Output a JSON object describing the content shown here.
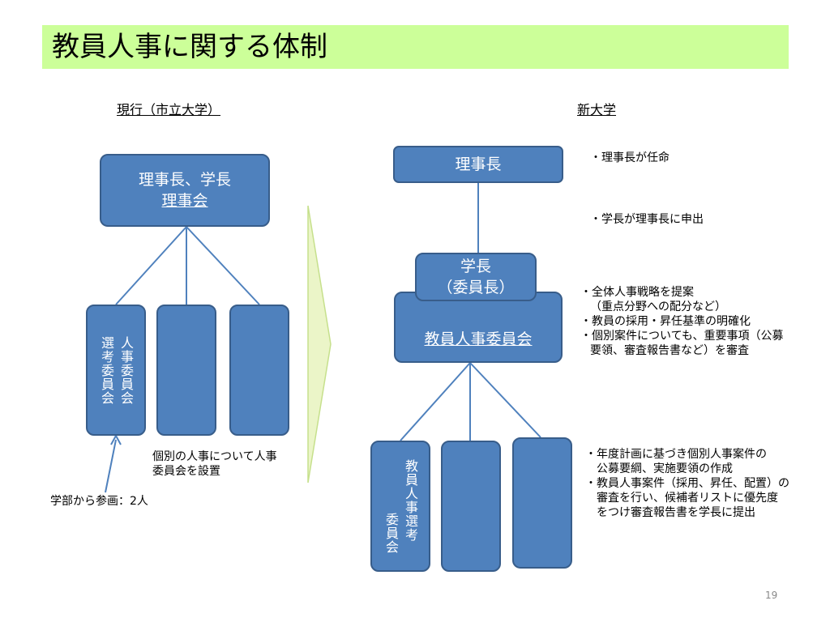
{
  "title": "教員人事に関する体制",
  "left": {
    "heading": "現行（市立大学）",
    "top_box": [
      "理事長、学長",
      "理事会"
    ],
    "committee_col1": "人事委員会",
    "committee_col2": "選考委員会",
    "note_lines": [
      "個別の人事について人事",
      "委員会を設置"
    ],
    "faculty_note": "学部から参画：2人"
  },
  "right": {
    "heading": "新大学",
    "chair_box": "理事長",
    "president_box": [
      "学長",
      "（委員長）"
    ],
    "committee_box": "教員人事委員会",
    "selection_col1": "教員人事選考",
    "selection_col2": "委員会",
    "notes": {
      "n1": "・理事長が任命",
      "n2": "・学長が理事長に申出",
      "n3": [
        "・全体人事戦略を提案",
        "（重点分野への配分など）",
        "・教員の採用・昇任基準の明確化",
        "・個別案件についても、重要事項（公募",
        "要領、審査報告書など）を審査"
      ],
      "n4": [
        "・年度計画に基づき個別人事案件の",
        "公募要綱、実施要領の作成",
        "・教員人事案件（採用、昇任、配置）の",
        "審査を行い、候補者リストに優先度",
        "をつけ審査報告書を学長に提出"
      ]
    }
  },
  "page_number": "19",
  "colors": {
    "box_fill": "#4f81bd",
    "box_border": "#385d8a",
    "title_bg": "#ccff99",
    "arrow_fill": "#ebf5c8"
  }
}
